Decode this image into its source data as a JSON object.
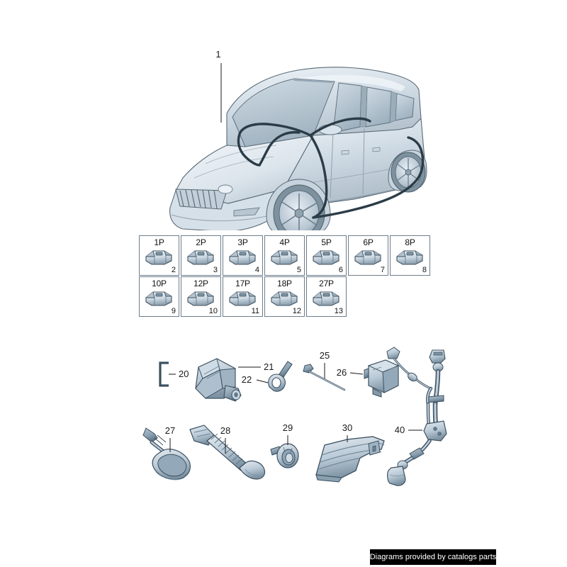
{
  "document": {
    "type": "automotive-parts-diagram",
    "vehicle_callout": "1"
  },
  "connector_grid": {
    "rows": [
      [
        {
          "pins": "1P",
          "ref": "2"
        },
        {
          "pins": "2P",
          "ref": "3"
        },
        {
          "pins": "3P",
          "ref": "4"
        },
        {
          "pins": "4P",
          "ref": "5"
        },
        {
          "pins": "5P",
          "ref": "6"
        },
        {
          "pins": "6P",
          "ref": "7"
        },
        {
          "pins": "8P",
          "ref": "8"
        }
      ],
      [
        {
          "pins": "10P",
          "ref": "9"
        },
        {
          "pins": "12P",
          "ref": "10"
        },
        {
          "pins": "17P",
          "ref": "11"
        },
        {
          "pins": "18P",
          "ref": "12"
        },
        {
          "pins": "27P",
          "ref": "13"
        }
      ]
    ]
  },
  "parts": {
    "labels": {
      "p20": "20",
      "p21": "21",
      "p22": "22",
      "p25": "25",
      "p26": "26",
      "p27": "27",
      "p28": "28",
      "p29": "29",
      "p30": "30",
      "p40": "40"
    }
  },
  "footer": {
    "text": "Diagrams provided by catalogs parts"
  },
  "colors": {
    "body_light": "#dfe6ec",
    "body_mid": "#c3d0da",
    "body_dark": "#9fb0bd",
    "outline": "#5a6b78",
    "harness": "#2b3c47",
    "part_fill": "#b9c9d6",
    "part_dark": "#7d93a3",
    "cell_border": "#6d7d8c",
    "footer_bg": "#000000",
    "footer_fg": "#ffffff"
  }
}
